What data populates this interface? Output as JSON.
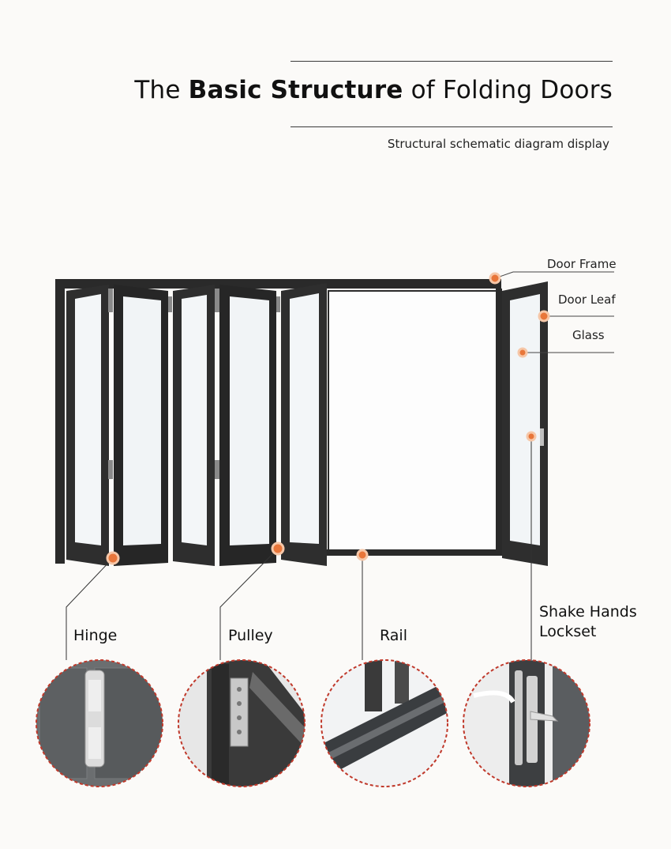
{
  "header": {
    "title_pre": "The ",
    "title_bold": "Basic Structure",
    "title_post": " of Folding Doors",
    "subtitle": "Structural schematic diagram display"
  },
  "callouts": {
    "door_frame": "Door Frame",
    "door_leaf": "Door Leaf",
    "glass": "Glass"
  },
  "parts": {
    "hinge": "Hinge",
    "pulley": "Pulley",
    "rail": "Rail",
    "lockset_line1": "Shake Hands",
    "lockset_line2": "Lockset"
  },
  "colors": {
    "accent": "#e8763a",
    "frame": "#2a2a2a",
    "glass": "#f3f6f8",
    "detail_outline": "#c0392b"
  }
}
